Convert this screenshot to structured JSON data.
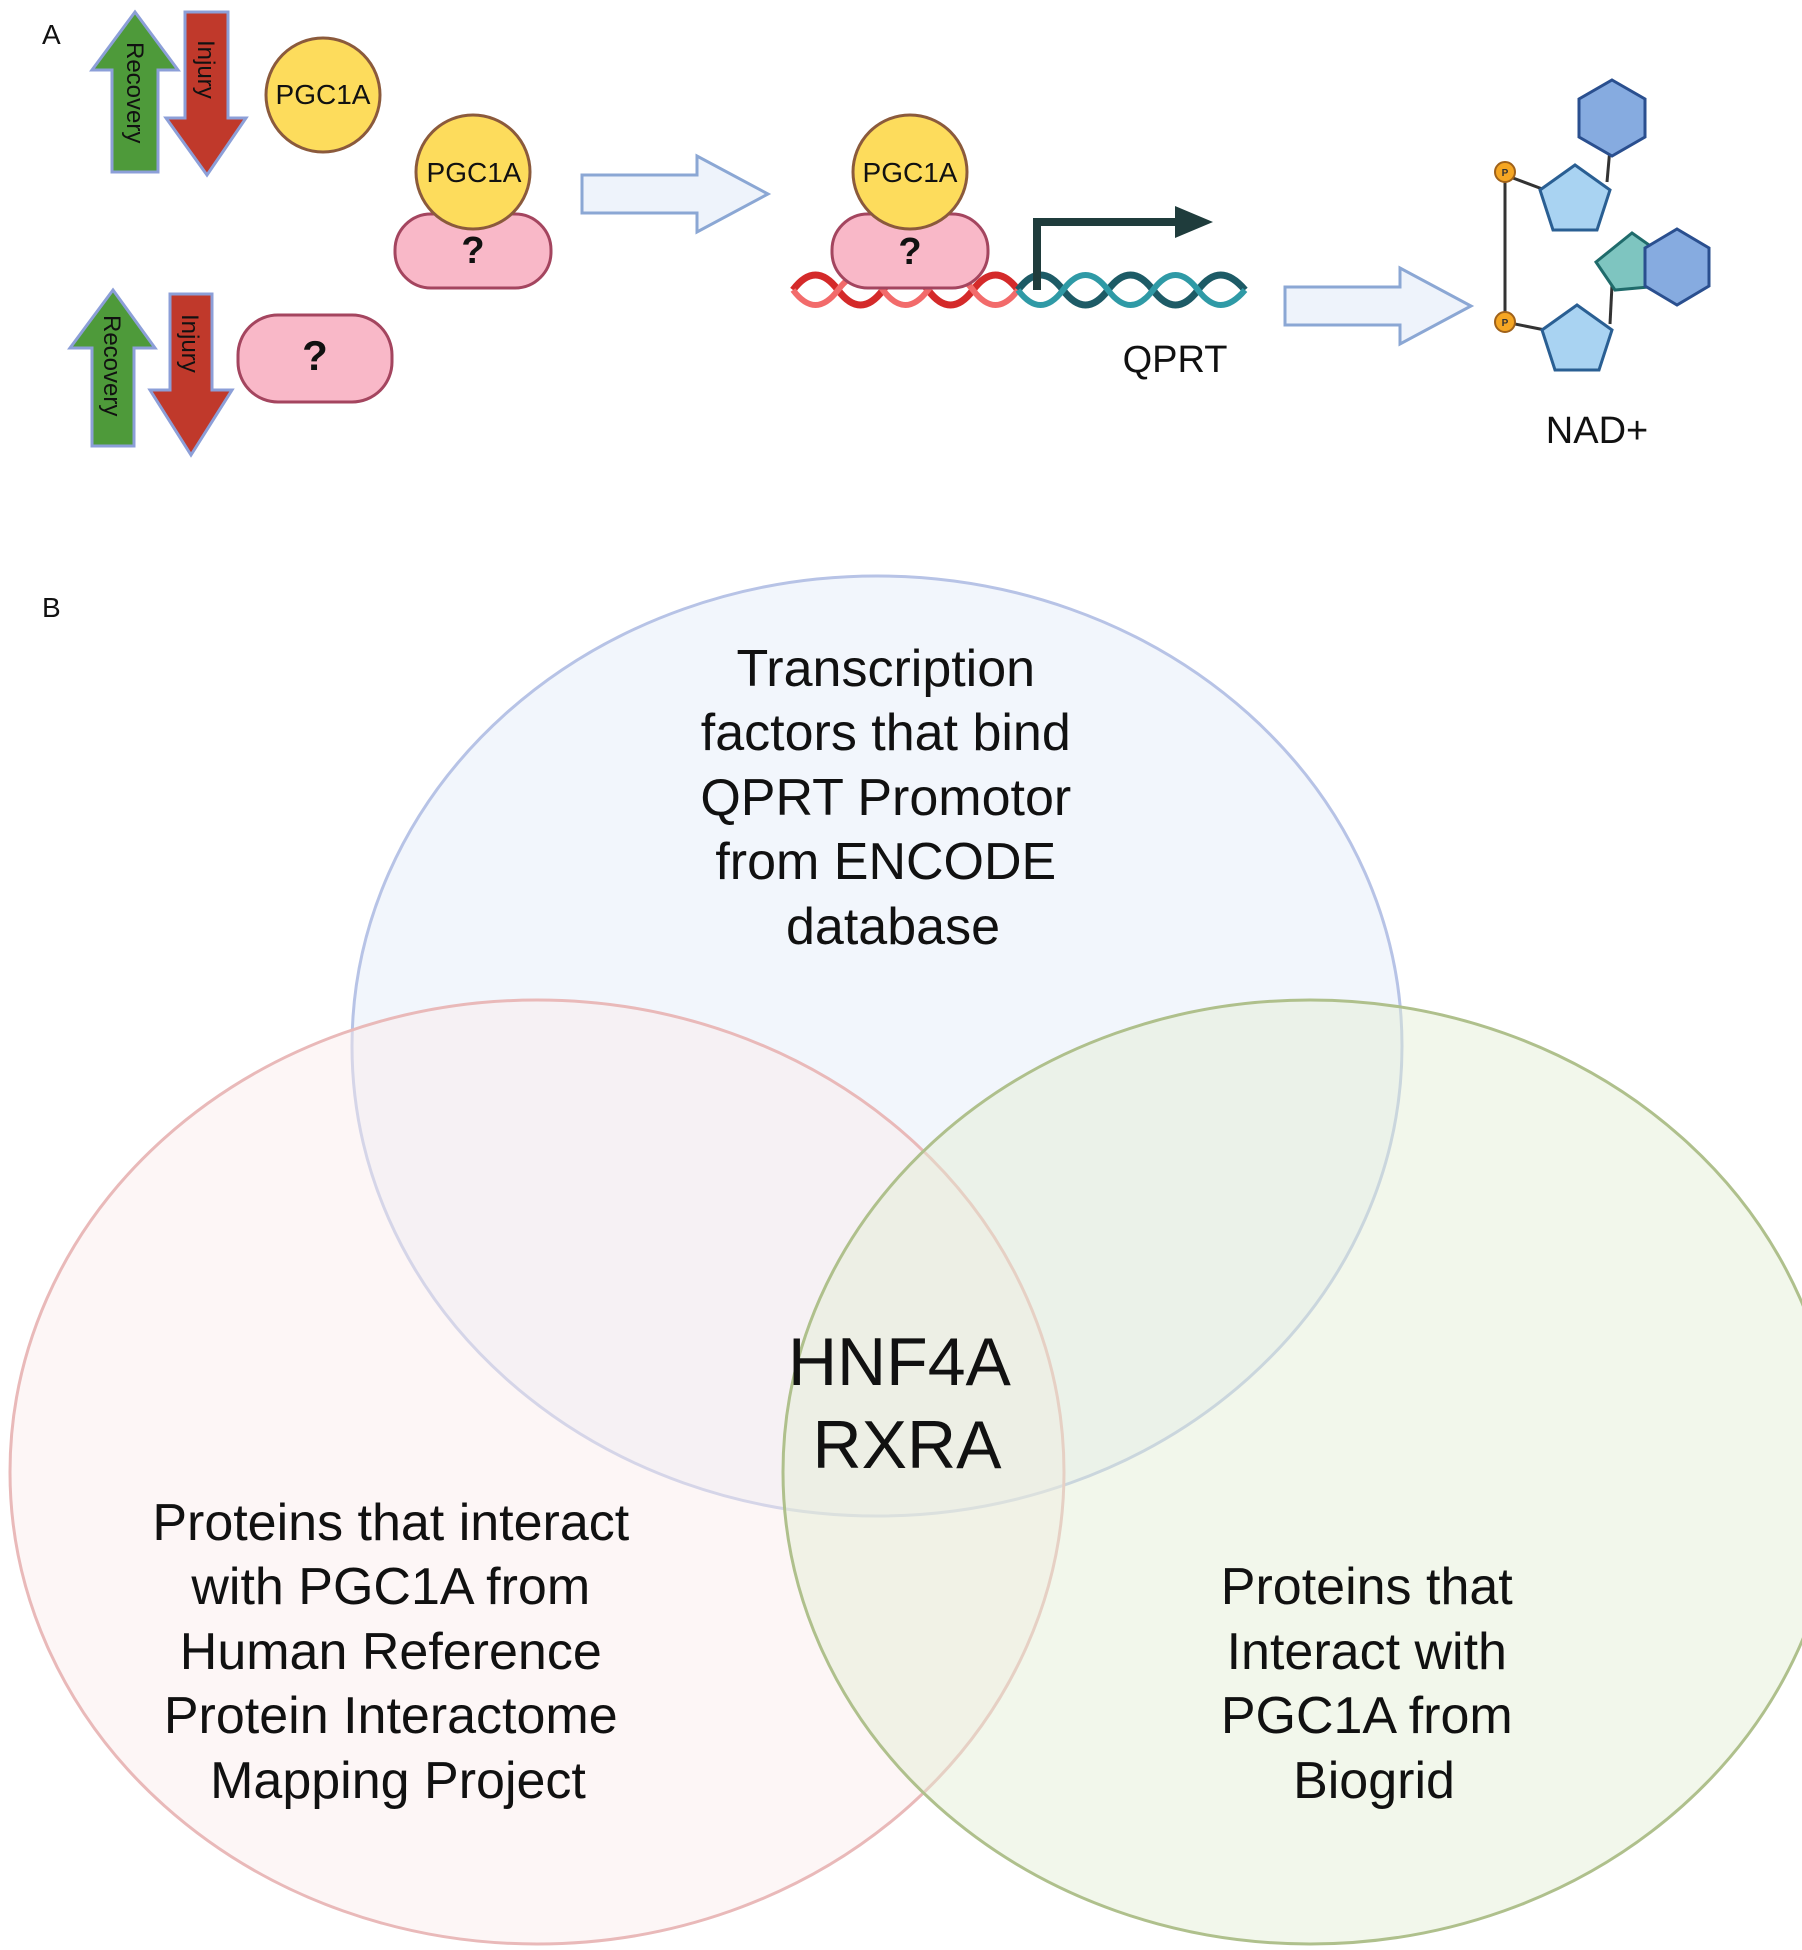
{
  "panel_a": {
    "label": "A",
    "arrows": {
      "recovery": "Recovery",
      "injury": "Injury"
    },
    "protein": "PGC1A",
    "unknown_factor": "?",
    "gene": "QPRT",
    "product": "NAD+",
    "phosphate": "P"
  },
  "panel_b": {
    "label": "B",
    "sets": [
      {
        "lines": [
          "Transcription",
          "factors that bind",
          "QPRT Promotor",
          "from ENCODE",
          "database"
        ]
      },
      {
        "lines": [
          "Proteins that interact",
          "with PGC1A from",
          "Human Reference",
          "Protein Interactome",
          "Mapping Project"
        ]
      },
      {
        "lines": [
          "Proteins that",
          "Interact with",
          "PGC1A from",
          "Biogrid"
        ]
      }
    ],
    "intersection": [
      "HNF4A",
      "RXRA"
    ]
  },
  "colors": {
    "recovery_arrow": "#4e9a3a",
    "injury_arrow": "#c0392b",
    "pgc1a": "#fddc5c",
    "unknown": "#f9b8c8",
    "dna_red": "#d42a2a",
    "dna_teal": "#1d5b66",
    "blue_set": "#f4f7fd",
    "pink_set": "#fdf6f6",
    "green_set": "#f3f7ec"
  }
}
